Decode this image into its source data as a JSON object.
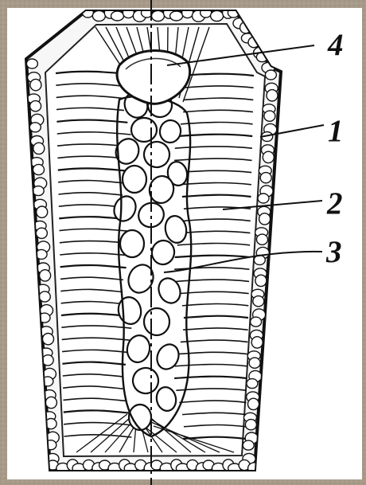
{
  "diagram": {
    "labels": [
      {
        "id": "4",
        "text": "4"
      },
      {
        "id": "1",
        "text": "1"
      },
      {
        "id": "2",
        "text": "2"
      },
      {
        "id": "3",
        "text": "3"
      }
    ],
    "colors": {
      "background": "#a79a89",
      "paper": "#ffffff",
      "ink": "#111111"
    }
  }
}
